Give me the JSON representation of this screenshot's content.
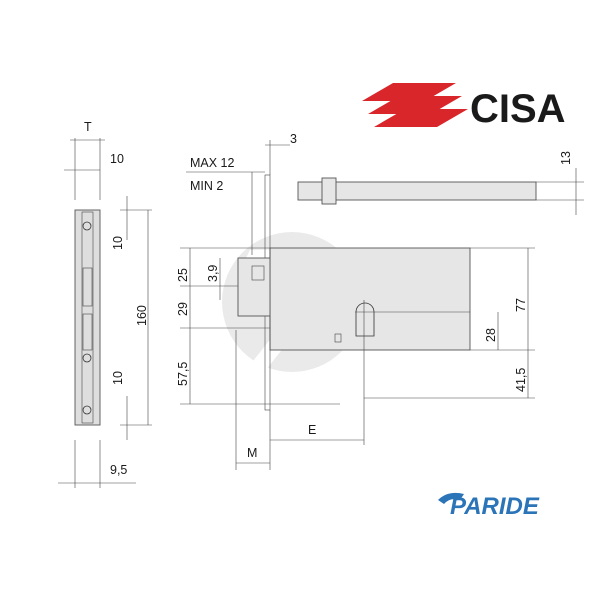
{
  "brand": {
    "cisa_logo_text": "CISA",
    "cisa_color": "#d8262a",
    "paride_logo_text": "PARIDE",
    "paride_color": "#2b74b8"
  },
  "dimensions": {
    "t": "T",
    "front_width": "10",
    "max": "MAX 12",
    "min": "MIN 2",
    "three": "3",
    "thirteen": "13",
    "ten_top": "10",
    "one_sixty": "160",
    "ten_bottom": "10",
    "nine_five": "9,5",
    "twenty_five": "25",
    "three_nine": "3,9",
    "twenty_nine": "29",
    "fifty_seven_five": "57,5",
    "seventy_seven": "77",
    "twenty_eight": "28",
    "forty_one_five": "41,5",
    "e": "E",
    "m": "M"
  },
  "colors": {
    "body_fill": "#e6e6e6",
    "watermark": "#c8c8c8"
  }
}
